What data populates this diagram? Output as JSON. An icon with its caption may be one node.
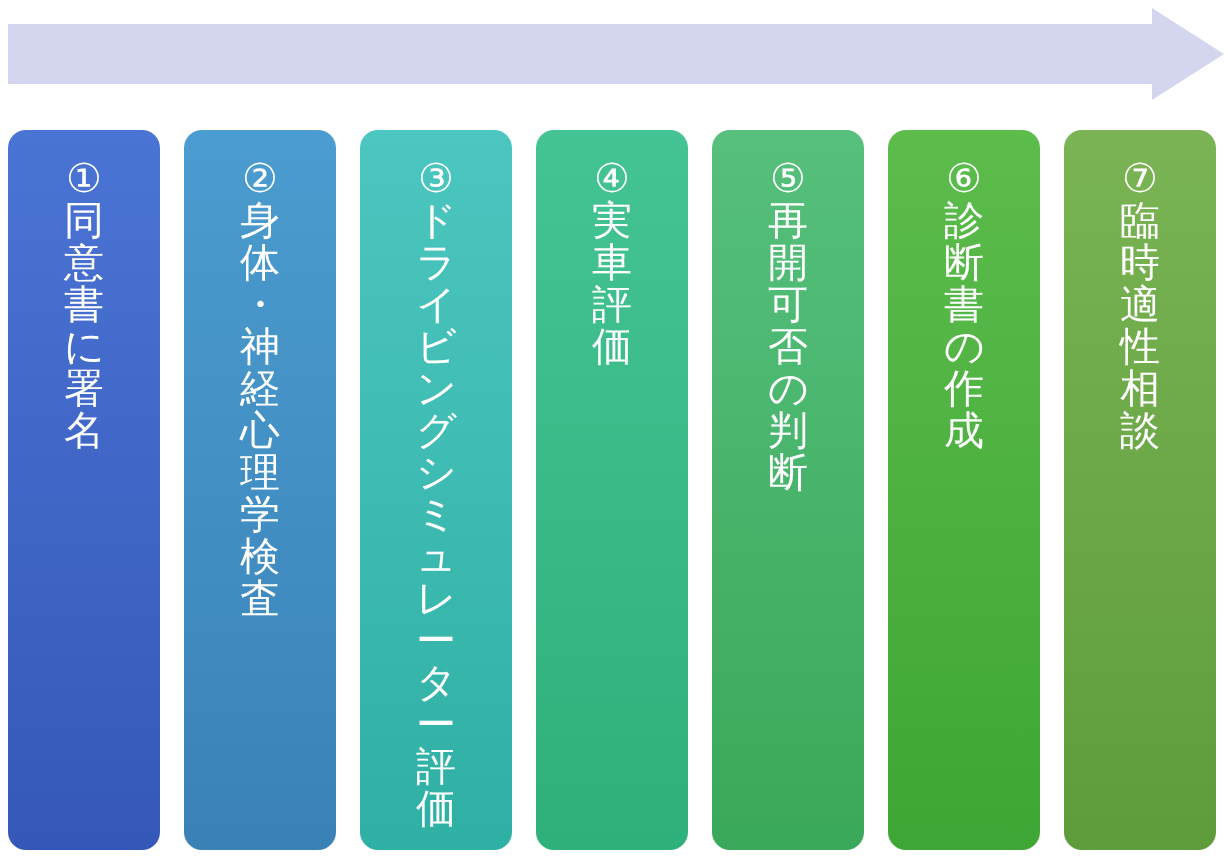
{
  "diagram": {
    "nodes": [
      {
        "text": [
          "①同意書に署名"
        ]
      },
      {
        "text": [
          "②身体・神経心理学検査"
        ]
      },
      {
        "text": [
          "③ドライビングシミュレーター評価"
        ]
      },
      {
        "text": [
          "④実車評価"
        ]
      },
      {
        "text": [
          "⑤再開可否の判断"
        ]
      },
      {
        "text": [
          "⑥診断書の作成"
        ]
      },
      {
        "text": [
          "⑦臨時適性相談"
        ]
      }
    ]
  }
}
